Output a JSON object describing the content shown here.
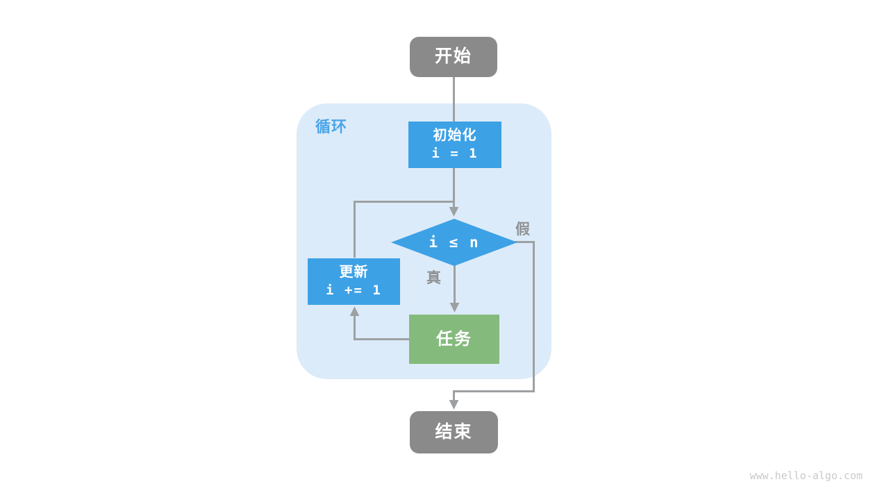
{
  "diagram": {
    "container_label": "循环",
    "nodes": {
      "start": {
        "label": "开始"
      },
      "init": {
        "title": "初始化",
        "code": "i = 1"
      },
      "condition": {
        "code": "i ≤ n"
      },
      "update": {
        "title": "更新",
        "code": "i += 1"
      },
      "task": {
        "label": "任务"
      },
      "end": {
        "label": "结束"
      }
    },
    "edge_labels": {
      "true_label": "真",
      "false_label": "假"
    }
  },
  "watermark": "www.hello-algo.com",
  "colors": {
    "node_blue": "#3da1e6",
    "node_green": "#85ba7d",
    "node_gray": "#8a8a8a",
    "loop_bg": "#dcebf9",
    "loop_label": "#4aa5e8",
    "arrow": "#9da0a2",
    "edge_label": "#8f9294",
    "watermark": "#c9c9c9",
    "text_on_node": "#ffffff"
  }
}
